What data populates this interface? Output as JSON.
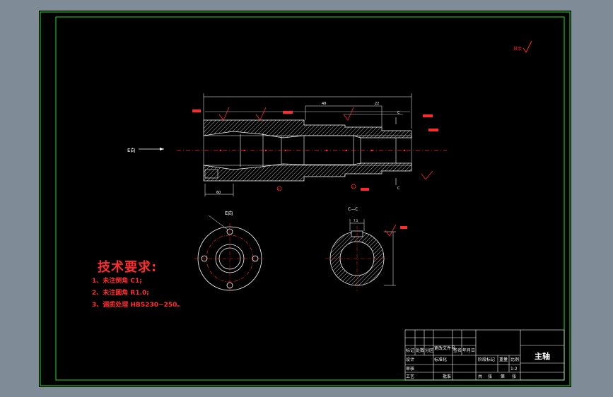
{
  "drawing": {
    "view_label_E": "E向",
    "view_label_E2": "E向",
    "section_label": "C—C",
    "roughness_note": "其余",
    "section_marker_1": "①",
    "section_marker_2": "②",
    "section_letter": "C",
    "dims": {
      "d1": "22",
      "d2": "60",
      "d3": "48",
      "d4": "7.5"
    }
  },
  "tech_requirements": {
    "title": "技术要求:",
    "items": [
      "1、未注倒角 C1;",
      "2、未注圆角 R1.0;",
      "3、调质处理 HBS230~250。"
    ]
  },
  "title_block": {
    "part_name": "主轴",
    "cells": {
      "c1": "标记",
      "c2": "处数",
      "c3": "分区",
      "c4": "更改文件号",
      "c5": "签名",
      "c6": "年月日",
      "c7": "设计",
      "c8": "标准化",
      "c9": "审核",
      "c10": "工艺",
      "c11": "批准",
      "c12": "阶段标记",
      "c13": "重量",
      "c14": "比例",
      "c15": "1:2",
      "c16": "共",
      "c17": "张",
      "c18": "第",
      "c19": "张"
    }
  },
  "colors": {
    "frame": "#1fe01f",
    "line": "#ffffff",
    "center": "#ff2b2b",
    "hatch": "#e8e8e8"
  }
}
